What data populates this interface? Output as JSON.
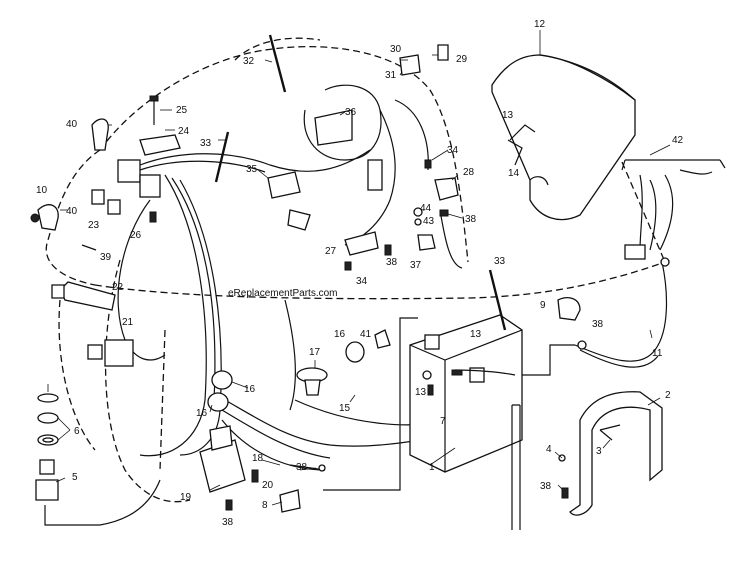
{
  "watermark": "eReplacementParts.com",
  "callouts": [
    {
      "id": "c1",
      "text": "1"
    },
    {
      "id": "c2",
      "text": "2"
    },
    {
      "id": "c3",
      "text": "3"
    },
    {
      "id": "c4",
      "text": "4"
    },
    {
      "id": "c5",
      "text": "5"
    },
    {
      "id": "c6",
      "text": "6"
    },
    {
      "id": "c7",
      "text": "7"
    },
    {
      "id": "c8",
      "text": "8"
    },
    {
      "id": "c9",
      "text": "9"
    },
    {
      "id": "c10",
      "text": "10"
    },
    {
      "id": "c11",
      "text": "11"
    },
    {
      "id": "c12",
      "text": "12"
    },
    {
      "id": "c13a",
      "text": "13"
    },
    {
      "id": "c13b",
      "text": "13"
    },
    {
      "id": "c13c",
      "text": "13"
    },
    {
      "id": "c14",
      "text": "14"
    },
    {
      "id": "c15",
      "text": "15"
    },
    {
      "id": "c16a",
      "text": "16"
    },
    {
      "id": "c16b",
      "text": "16"
    },
    {
      "id": "c16c",
      "text": "16"
    },
    {
      "id": "c17",
      "text": "17"
    },
    {
      "id": "c18",
      "text": "18"
    },
    {
      "id": "c19",
      "text": "19"
    },
    {
      "id": "c20",
      "text": "20"
    },
    {
      "id": "c21",
      "text": "21"
    },
    {
      "id": "c22",
      "text": "22"
    },
    {
      "id": "c23",
      "text": "23"
    },
    {
      "id": "c24",
      "text": "24"
    },
    {
      "id": "c25",
      "text": "25"
    },
    {
      "id": "c26",
      "text": "26"
    },
    {
      "id": "c27",
      "text": "27"
    },
    {
      "id": "c28",
      "text": "28"
    },
    {
      "id": "c29",
      "text": "29"
    },
    {
      "id": "c30",
      "text": "30"
    },
    {
      "id": "c31",
      "text": "31"
    },
    {
      "id": "c32",
      "text": "32"
    },
    {
      "id": "c33a",
      "text": "33"
    },
    {
      "id": "c33b",
      "text": "33"
    },
    {
      "id": "c34a",
      "text": "34"
    },
    {
      "id": "c34b",
      "text": "34"
    },
    {
      "id": "c35",
      "text": "35"
    },
    {
      "id": "c36",
      "text": "36"
    },
    {
      "id": "c37",
      "text": "37"
    },
    {
      "id": "c38a",
      "text": "38"
    },
    {
      "id": "c38b",
      "text": "38"
    },
    {
      "id": "c38c",
      "text": "38"
    },
    {
      "id": "c38d",
      "text": "38"
    },
    {
      "id": "c38e",
      "text": "38"
    },
    {
      "id": "c38f",
      "text": "38"
    },
    {
      "id": "c39",
      "text": "39"
    },
    {
      "id": "c40a",
      "text": "40"
    },
    {
      "id": "c40b",
      "text": "40"
    },
    {
      "id": "c41",
      "text": "41"
    },
    {
      "id": "c42",
      "text": "42"
    },
    {
      "id": "c43",
      "text": "43"
    },
    {
      "id": "c44",
      "text": "44"
    }
  ]
}
